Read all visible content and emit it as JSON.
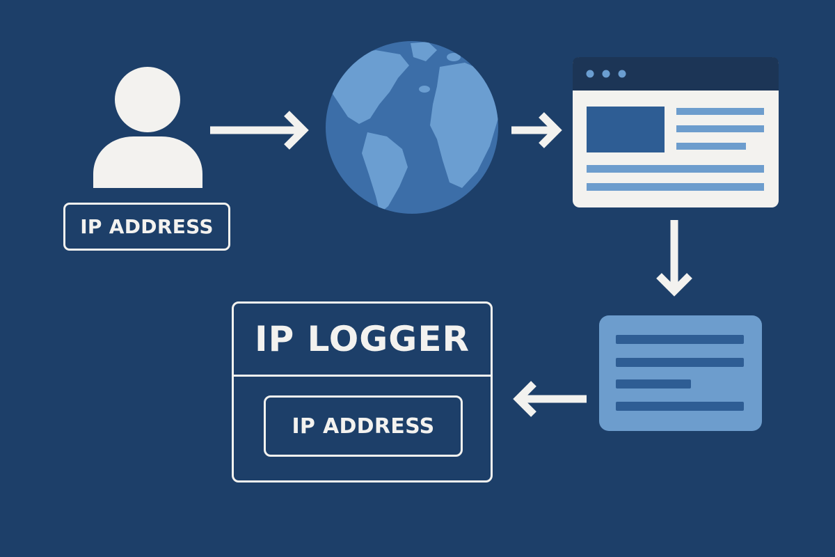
{
  "user": {
    "ip_label": "IP ADDRESS"
  },
  "logger": {
    "title": "IP LOGGER",
    "ip_label": "IP ADDRESS"
  },
  "colors": {
    "background": "#1d3f69",
    "foreground": "#f3f2ef",
    "globe_ocean": "#3c6ea8",
    "globe_land": "#6b9ed1",
    "accent_dark": "#2e5d94",
    "accent_light": "#6d9dcd",
    "browser_bar": "#1c3556"
  },
  "icons": {
    "user": "user-icon",
    "globe": "globe-icon",
    "browser": "browser-window-icon",
    "log": "log-document-icon"
  }
}
